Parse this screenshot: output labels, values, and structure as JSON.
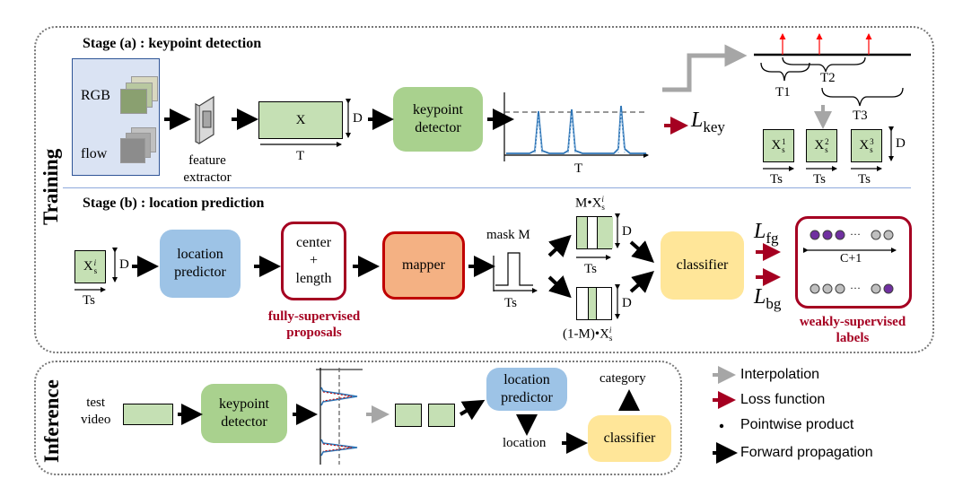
{
  "training": {
    "title": "Training",
    "stage_a": {
      "title": "Stage (a) : keypoint detection",
      "inputs": {
        "rgb": "RGB",
        "flow": "flow"
      },
      "feature_extractor": "feature extractor",
      "feature_map": {
        "label": "X",
        "dim_d": "D",
        "dim_t": "T"
      },
      "keypoint_detector": "keypoint detector",
      "signal_axis": "T",
      "loss": {
        "symbol": "L",
        "sub": "key"
      },
      "segments": [
        "T1",
        "T2",
        "T3"
      ],
      "sub_features": [
        {
          "base": "X",
          "sub": "s",
          "sup": "1",
          "dim": "Ts"
        },
        {
          "base": "X",
          "sub": "s",
          "sup": "2",
          "dim": "Ts"
        },
        {
          "base": "X",
          "sub": "s",
          "sup": "3",
          "dim": "Ts"
        }
      ],
      "sub_dim_d": "D"
    },
    "stage_b": {
      "title": "Stage (b) : location prediction",
      "input": {
        "base": "X",
        "sub": "s",
        "sup": "i",
        "dim_d": "D",
        "dim_t": "Ts"
      },
      "location_predictor": "location predictor",
      "proposal": {
        "line1": "center",
        "line2": "+",
        "line3": "length"
      },
      "proposal_caption": {
        "line1": "fully-supervised",
        "line2": "proposals"
      },
      "mapper": "mapper",
      "mask": {
        "label": "mask M",
        "dim": "Ts"
      },
      "fg_branch": {
        "label_prefix": "M•X",
        "sub": "s",
        "sup": "i",
        "dim_d": "D",
        "dim_t": "Ts"
      },
      "bg_branch": {
        "label_prefix": "(1-M)•X",
        "sub": "s",
        "sup": "i",
        "dim_d": "D"
      },
      "classifier": "classifier",
      "loss_fg": {
        "symbol": "L",
        "sub": "fg"
      },
      "loss_bg": {
        "symbol": "L",
        "sub": "bg"
      },
      "labels_count": "C+1",
      "labels_caption": {
        "line1": "weakly-supervised",
        "line2": "labels"
      }
    }
  },
  "inference": {
    "title": "Inference",
    "input": {
      "line1": "test",
      "line2": "video"
    },
    "keypoint_detector": "keypoint detector",
    "location_predictor": "location predictor",
    "location": "location",
    "classifier": "classifier",
    "category": "category"
  },
  "legend": [
    {
      "label": "Interpolation",
      "color": "#a6a6a6"
    },
    {
      "label": "Loss function",
      "color": "#a50021"
    },
    {
      "label": "Pointwise product",
      "color": "#000000"
    },
    {
      "label": "Forward propagation",
      "color": "#000000"
    }
  ],
  "colors": {
    "green": "#a9d18e",
    "blue": "#9dc3e6",
    "orange": "#f4b183",
    "yellow": "#ffe699",
    "dark_red": "#a50021",
    "signal": "#2e75b6",
    "purple": "#7030a0"
  }
}
